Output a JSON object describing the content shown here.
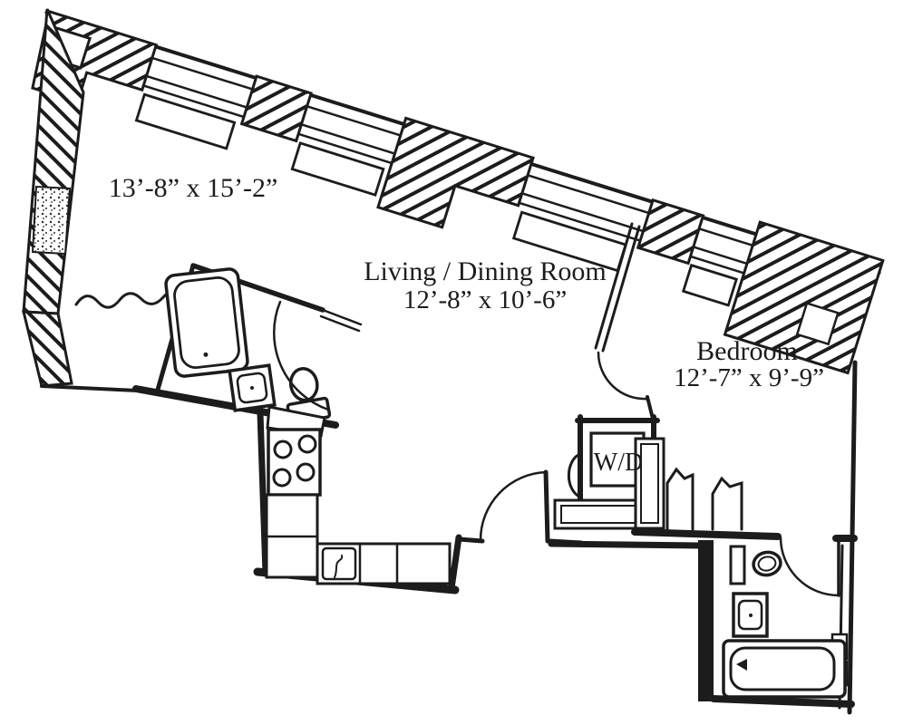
{
  "page": {
    "background": "#ffffff",
    "ink": "#1c1c1c"
  },
  "rooms": {
    "room1": {
      "dimensions": "13’-8” x 15’-2”"
    },
    "living_dining": {
      "name": "Living / Dining Room",
      "dimensions": "12’-8” x 10’-6”"
    },
    "bedroom": {
      "name": "Bedroom",
      "dimensions": "12’-7” x 9’-9”"
    },
    "laundry": {
      "label": "W/D"
    }
  }
}
